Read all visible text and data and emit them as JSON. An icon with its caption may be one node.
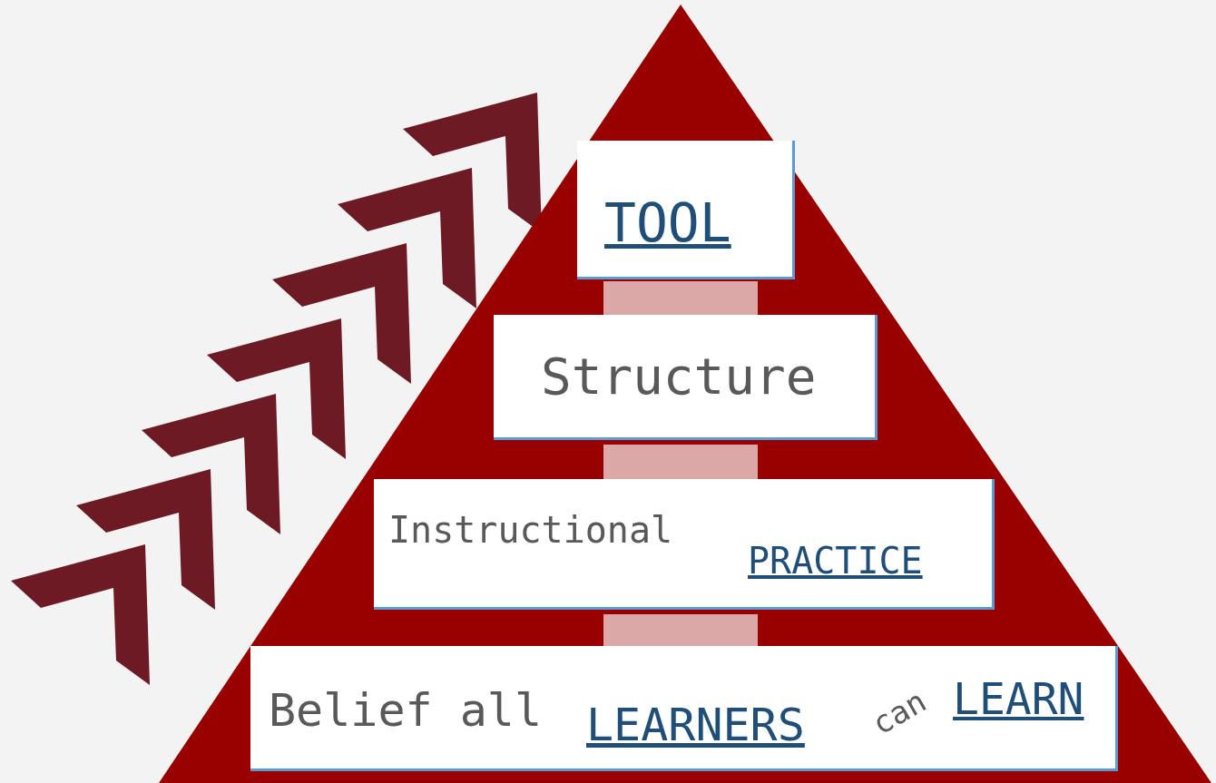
{
  "diagram": {
    "nodes": [
      {
        "text": [],
        "shape": "triangle"
      },
      {
        "text": [
          "TOOL"
        ],
        "in": 0
      },
      {
        "text": [
          "Structure"
        ],
        "in": 0
      },
      {
        "text": [
          "Instructional",
          "PRACTICE"
        ],
        "in": 0
      },
      {
        "text": [
          "Belief all",
          "LEARNERS",
          "can",
          "LEARN"
        ],
        "in": 0
      }
    ]
  }
}
